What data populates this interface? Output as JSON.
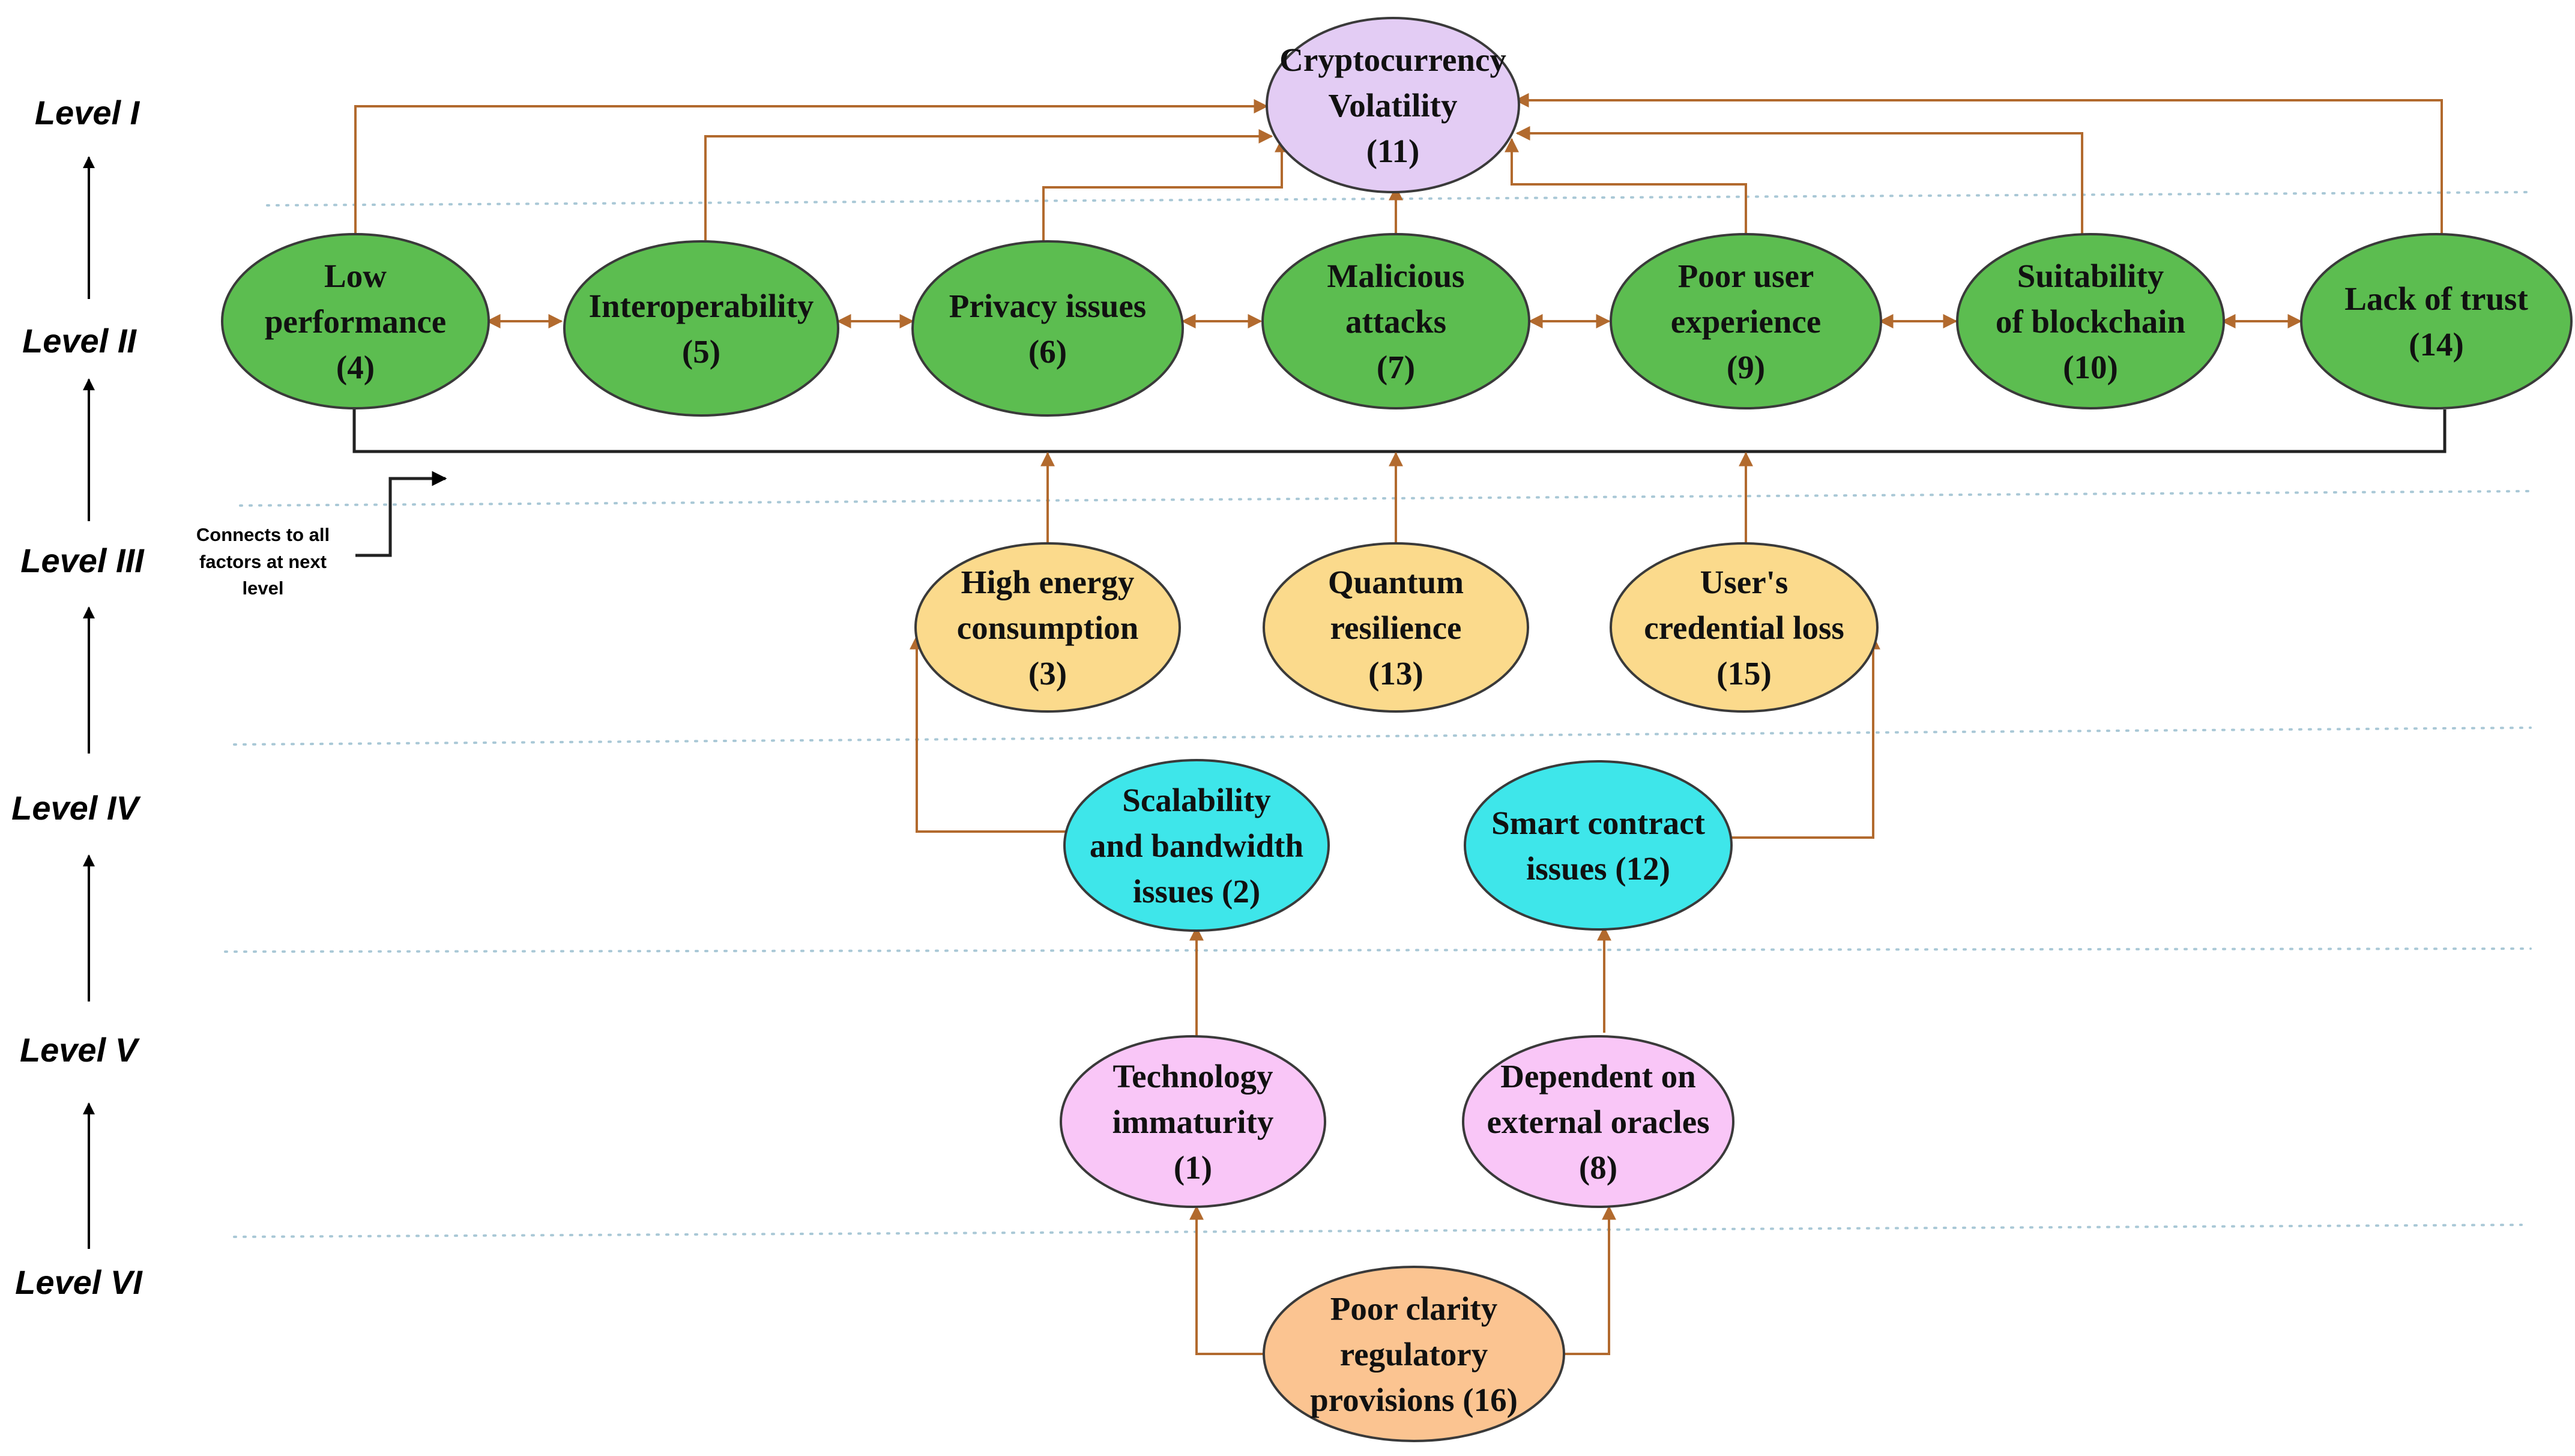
{
  "levels": [
    "Level I",
    "Level II",
    "Level III",
    "Level IV",
    "Level V",
    "Level VI"
  ],
  "note": {
    "lines": [
      "Connects to all",
      "factors at next",
      "level"
    ]
  },
  "nodes": {
    "n11": {
      "lines": [
        "Cryptocurrency",
        "Volatility",
        "(11)"
      ],
      "fill": "#e3ccf4"
    },
    "n4": {
      "lines": [
        "Low",
        "performance",
        "(4)"
      ],
      "fill": "#5cbd50"
    },
    "n5": {
      "lines": [
        "Interoperability",
        "(5)"
      ],
      "fill": "#5cbd50"
    },
    "n6": {
      "lines": [
        "Privacy issues",
        "(6)"
      ],
      "fill": "#5cbd50"
    },
    "n7": {
      "lines": [
        "Malicious",
        "attacks",
        "(7)"
      ],
      "fill": "#5cbd50"
    },
    "n9": {
      "lines": [
        "Poor user",
        "experience",
        "(9)"
      ],
      "fill": "#5cbd50"
    },
    "n10": {
      "lines": [
        "Suitability",
        "of blockchain",
        "(10)"
      ],
      "fill": "#5cbd50"
    },
    "n14": {
      "lines": [
        "Lack of trust",
        "(14)"
      ],
      "fill": "#5cbd50"
    },
    "n3": {
      "lines": [
        "High energy",
        "consumption",
        "(3)"
      ],
      "fill": "#fbda8c"
    },
    "n13": {
      "lines": [
        "Quantum",
        "resilience",
        "(13)"
      ],
      "fill": "#fbda8c"
    },
    "n15": {
      "lines": [
        "User's",
        "credential loss",
        "(15)"
      ],
      "fill": "#fbda8c"
    },
    "n2": {
      "lines": [
        "Scalability",
        "and bandwidth",
        "issues (2)"
      ],
      "fill": "#3ee6ea"
    },
    "n12": {
      "lines": [
        "Smart contract",
        "issues (12)"
      ],
      "fill": "#3ee6ea"
    },
    "n1": {
      "lines": [
        "Technology",
        "immaturity",
        "(1)"
      ],
      "fill": "#f9c6f7"
    },
    "n8": {
      "lines": [
        "Dependent on",
        "external oracles",
        "(8)"
      ],
      "fill": "#f9c6f7"
    },
    "n16": {
      "lines": [
        "Poor clarity",
        "regulatory",
        "provisions (16)"
      ],
      "fill": "#fbc491"
    }
  }
}
